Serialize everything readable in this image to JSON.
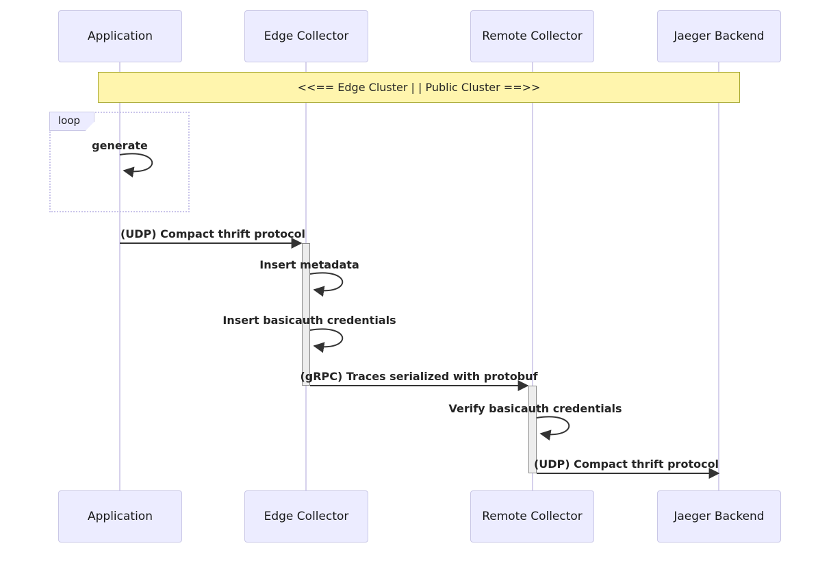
{
  "diagram": {
    "type": "sequence",
    "actors": [
      {
        "name": "Application"
      },
      {
        "name": "Edge Collector"
      },
      {
        "name": "Remote Collector"
      },
      {
        "name": "Jaeger Backend"
      }
    ],
    "note": {
      "text": "<<== Edge Cluster | | Public Cluster ==>>"
    },
    "loop": {
      "label": "loop"
    },
    "messages": [
      {
        "from": "Application",
        "to": "Application",
        "type": "self",
        "label": "generate"
      },
      {
        "from": "Application",
        "to": "Edge Collector",
        "type": "solid",
        "label": "(UDP) Compact thrift protocol"
      },
      {
        "from": "Edge Collector",
        "to": "Edge Collector",
        "type": "self",
        "label": "Insert metadata"
      },
      {
        "from": "Edge Collector",
        "to": "Edge Collector",
        "type": "self",
        "label": "Insert basicauth credentials"
      },
      {
        "from": "Edge Collector",
        "to": "Remote Collector",
        "type": "solid",
        "label": "(gRPC) Traces serialized with protobuf"
      },
      {
        "from": "Remote Collector",
        "to": "Remote Collector",
        "type": "self",
        "label": "Verify basicauth credentials"
      },
      {
        "from": "Remote Collector",
        "to": "Jaeger Backend",
        "type": "solid",
        "label": "(UDP) Compact thrift protocol"
      }
    ],
    "colors": {
      "actor_fill": "#ECECFF",
      "actor_border": "#C9C7E6",
      "note_fill": "#FFF5AD",
      "note_border": "#AAAA33",
      "lifeline": "#D6D1EC",
      "activation_fill": "#EDEDED",
      "activation_border": "#8A8A8A",
      "arrow": "#333333",
      "text": "#242424"
    }
  }
}
